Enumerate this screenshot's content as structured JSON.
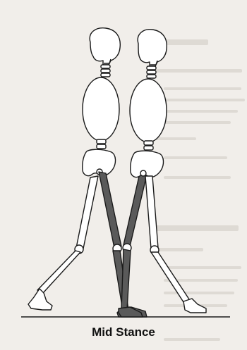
{
  "caption": "Mid Stance",
  "colors": {
    "background": "#f1eeea",
    "outline": "#1a1a1a",
    "bone_fill": "#ffffff",
    "highlighted_leg": "#5a5a5a",
    "bleed_through_text": "#c9c4bd"
  },
  "figures": [
    {
      "name": "left-skeleton",
      "stance_leg": "right",
      "swing_leg": "left"
    },
    {
      "name": "right-skeleton",
      "stance_leg": "left",
      "swing_leg": "right"
    }
  ]
}
